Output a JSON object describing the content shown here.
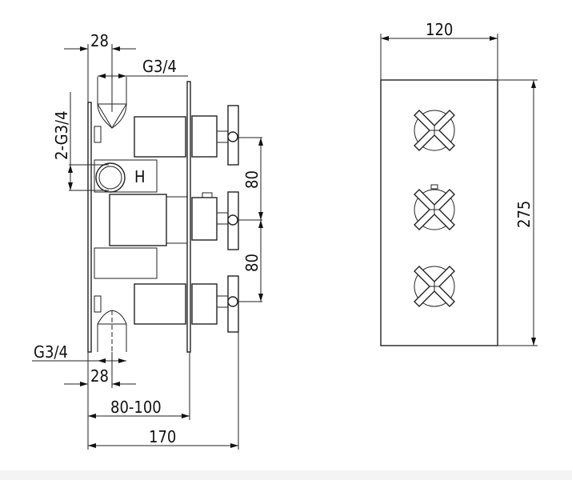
{
  "side_view": {
    "dim_top_offset": "28",
    "dim_top_thread": "G3/4",
    "dim_side_thread": "2-G3/4",
    "dim_spacing_upper": "80",
    "dim_spacing_lower": "80",
    "dim_bottom_thread": "G3/4",
    "dim_bottom_offset": "28",
    "dim_depth_range": "80-100",
    "dim_total_depth": "170",
    "marking_h": "H"
  },
  "front_view": {
    "dim_width": "120",
    "dim_height": "275"
  }
}
